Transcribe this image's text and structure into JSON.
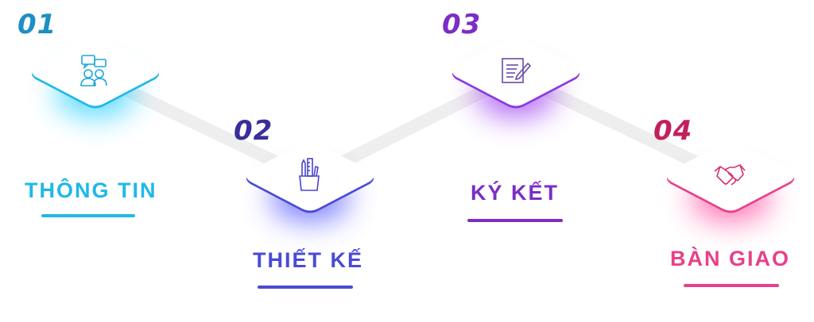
{
  "steps": [
    {
      "number": "01",
      "label": "THÔNG TIN",
      "color": "#1fb8e8",
      "glow": "#2ad0ff",
      "icon": "chat-users-icon"
    },
    {
      "number": "02",
      "label": "THIẾT KẾ",
      "color": "#4a4ad6",
      "glow": "#5a5cff",
      "icon": "pencil-cup-icon"
    },
    {
      "number": "03",
      "label": "KÝ KẾT",
      "color": "#7a2ec8",
      "glow": "#9b3df0",
      "icon": "document-sign-icon"
    },
    {
      "number": "04",
      "label": "BÀN GIAO",
      "color": "#e8408a",
      "glow": "#ff4fa0",
      "icon": "handshake-icon"
    }
  ]
}
